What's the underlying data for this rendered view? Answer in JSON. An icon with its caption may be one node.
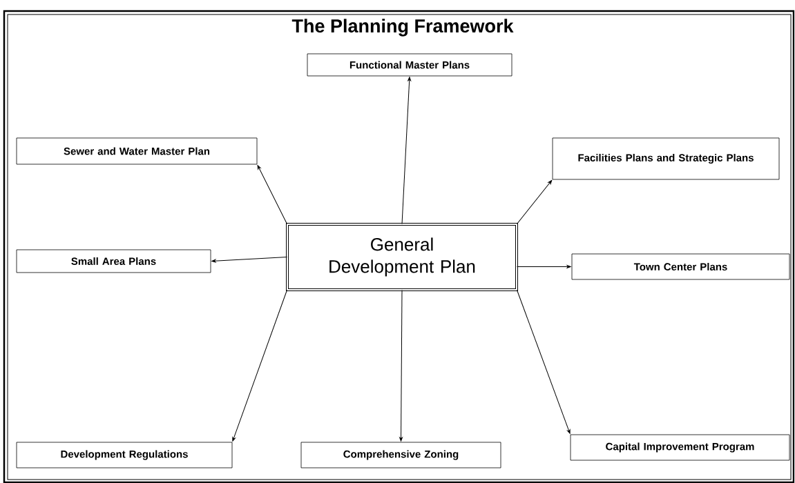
{
  "diagram": {
    "title": "The Planning Framework",
    "nodes": [
      {
        "text": [
          "General Development Plan"
        ]
      },
      {
        "text": [
          "Functional Master Plans"
        ]
      },
      {
        "text": [
          "Sewer and Water Master Plan"
        ]
      },
      {
        "text": [
          "Facilities Plans and Strategic Plans"
        ]
      },
      {
        "text": [
          "Small Area Plans"
        ]
      },
      {
        "text": [
          "Town Center Plans"
        ]
      },
      {
        "text": [
          "Development Regulations"
        ]
      },
      {
        "text": [
          "Comprehensive Zoning"
        ]
      },
      {
        "text": [
          "Capital Improvement Program"
        ]
      }
    ],
    "edges": [
      {
        "from": 0,
        "to": 1,
        "arrow": "to"
      },
      {
        "from": 0,
        "to": 2,
        "arrow": "to"
      },
      {
        "from": 0,
        "to": 3,
        "arrow": "to"
      },
      {
        "from": 0,
        "to": 4,
        "arrow": "to"
      },
      {
        "from": 0,
        "to": 5,
        "arrow": "to"
      },
      {
        "from": 0,
        "to": 6,
        "arrow": "to"
      },
      {
        "from": 0,
        "to": 7,
        "arrow": "to"
      },
      {
        "from": 0,
        "to": 8,
        "arrow": "to"
      }
    ]
  }
}
